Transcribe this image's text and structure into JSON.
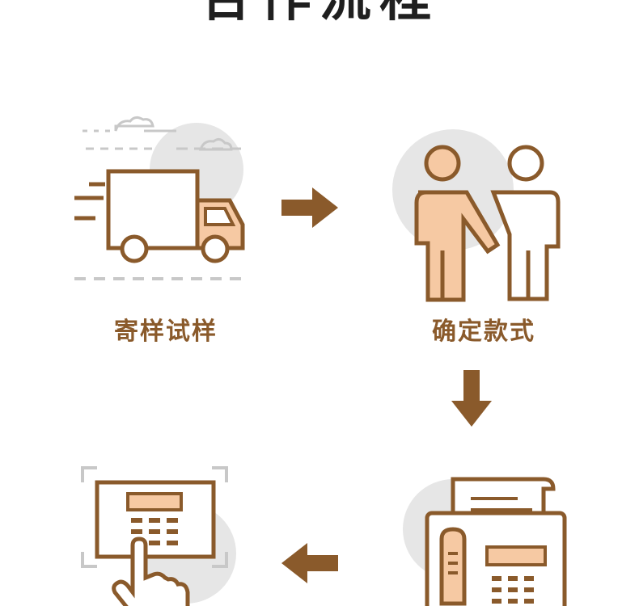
{
  "page": {
    "title": "合作流程"
  },
  "colors": {
    "brown": "#8a5a2b",
    "peach": "#f6c9a3",
    "gray_circle": "#e6e6e6",
    "dash_gray": "#c8c8c8"
  },
  "steps": [
    {
      "label": "寄样试样",
      "icon": "delivery-truck-icon"
    },
    {
      "label": "确定款式",
      "icon": "handshake-people-icon"
    },
    {
      "label": "",
      "icon": "fax-machine-icon"
    },
    {
      "label": "",
      "icon": "keypad-press-icon"
    }
  ],
  "arrows": [
    "arrow-right-icon",
    "arrow-down-icon",
    "arrow-left-icon"
  ]
}
